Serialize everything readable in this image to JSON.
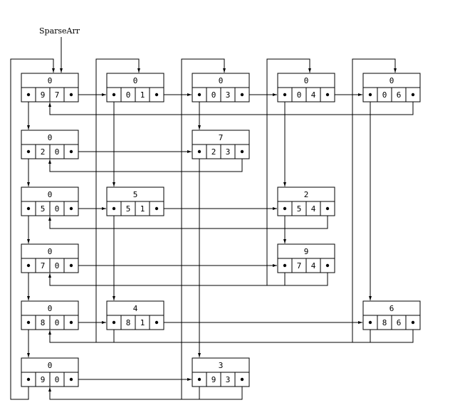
{
  "title": "SparseArr",
  "head_label": "SparseArr",
  "cols": 5,
  "rows": 6,
  "nodes": [
    {
      "id": "h",
      "col": 0,
      "row": 0,
      "value": "0",
      "r": "9",
      "c": "7"
    },
    {
      "id": "c1",
      "col": 1,
      "row": 0,
      "value": "0",
      "r": "0",
      "c": "1"
    },
    {
      "id": "c2",
      "col": 2,
      "row": 0,
      "value": "0",
      "r": "0",
      "c": "3"
    },
    {
      "id": "c3",
      "col": 3,
      "row": 0,
      "value": "0",
      "r": "0",
      "c": "4"
    },
    {
      "id": "c4",
      "col": 4,
      "row": 0,
      "value": "0",
      "r": "0",
      "c": "6"
    },
    {
      "id": "r2",
      "col": 0,
      "row": 1,
      "value": "0",
      "r": "2",
      "c": "0"
    },
    {
      "id": "n23",
      "col": 2,
      "row": 1,
      "value": "7",
      "r": "2",
      "c": "3"
    },
    {
      "id": "r5",
      "col": 0,
      "row": 2,
      "value": "0",
      "r": "5",
      "c": "0"
    },
    {
      "id": "n51",
      "col": 1,
      "row": 2,
      "value": "5",
      "r": "5",
      "c": "1"
    },
    {
      "id": "n54",
      "col": 3,
      "row": 2,
      "value": "2",
      "r": "5",
      "c": "4"
    },
    {
      "id": "r7",
      "col": 0,
      "row": 3,
      "value": "0",
      "r": "7",
      "c": "0"
    },
    {
      "id": "n74",
      "col": 3,
      "row": 3,
      "value": "9",
      "r": "7",
      "c": "4"
    },
    {
      "id": "r8",
      "col": 0,
      "row": 4,
      "value": "0",
      "r": "8",
      "c": "0"
    },
    {
      "id": "n81",
      "col": 1,
      "row": 4,
      "value": "4",
      "r": "8",
      "c": "1"
    },
    {
      "id": "n86",
      "col": 4,
      "row": 4,
      "value": "6",
      "r": "8",
      "c": "6"
    },
    {
      "id": "r9",
      "col": 0,
      "row": 5,
      "value": "0",
      "r": "9",
      "c": "0"
    },
    {
      "id": "n93",
      "col": 2,
      "row": 5,
      "value": "3",
      "r": "9",
      "c": "3"
    }
  ],
  "row_lists": [
    [
      "h",
      "c1",
      "c2",
      "c3",
      "c4"
    ],
    [
      "r2",
      "n23"
    ],
    [
      "r5",
      "n51",
      "n54"
    ],
    [
      "r7",
      "n74"
    ],
    [
      "r8",
      "n81",
      "n86"
    ],
    [
      "r9",
      "n93"
    ]
  ],
  "col_lists": [
    [
      "h",
      "r2",
      "r5",
      "r7",
      "r8",
      "r9"
    ],
    [
      "c1",
      "n51",
      "n81"
    ],
    [
      "c2",
      "n23",
      "n93"
    ],
    [
      "c3",
      "n54",
      "n74"
    ],
    [
      "c4",
      "n86"
    ]
  ]
}
